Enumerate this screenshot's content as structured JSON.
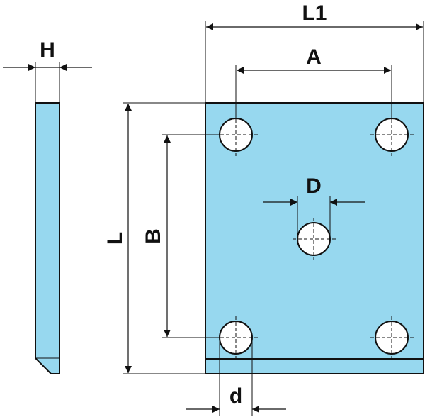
{
  "drawing": {
    "labels": {
      "length_overall": "L1",
      "hole_spacing_horizontal": "A",
      "thickness": "H",
      "center_hole_diameter": "D",
      "length": "L",
      "hole_spacing_vertical": "B",
      "hole_diameter": "d"
    }
  },
  "colors": {
    "plate_fill": "#97d8ef",
    "line": "#111111",
    "background": "#ffffff",
    "hole_fill": "#ffffff"
  }
}
